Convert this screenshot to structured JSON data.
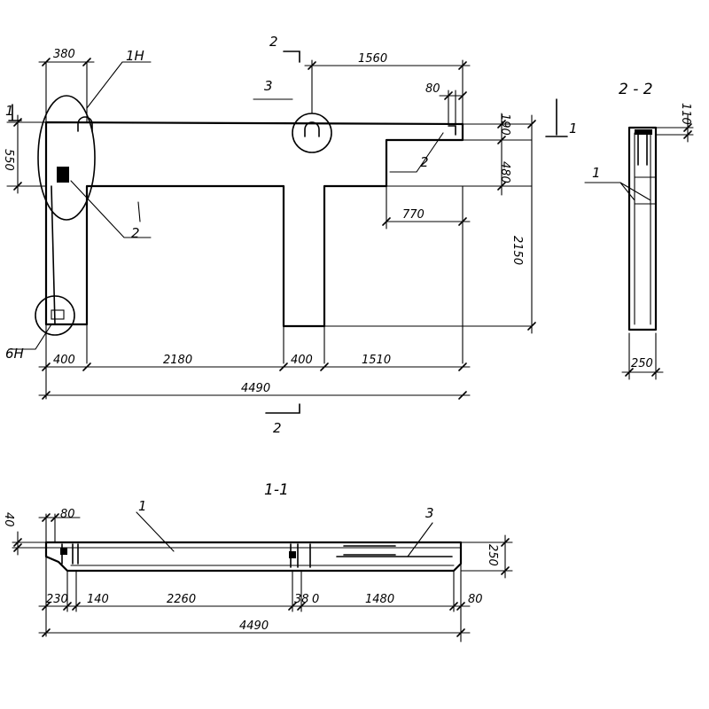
{
  "plan": {
    "dims": {
      "top_380": "380",
      "top_1560": "1560",
      "top_80": "80",
      "side_190": "190",
      "left_550": "550",
      "side_480": "480",
      "mid_770": "770",
      "right_2150": "2150",
      "b_400a": "400",
      "b_2180": "2180",
      "b_400b": "400",
      "b_1510": "1510",
      "overall_4490": "4490"
    },
    "callouts": {
      "node_1n": "1Н",
      "node_6n": "6Н",
      "mark_3": "3",
      "mark_2_left": "2",
      "mark_2_right": "2"
    },
    "section_marks": {
      "s1_left": "1",
      "s1_right": "1",
      "s2_top": "2",
      "s2_bottom": "2"
    }
  },
  "section_22": {
    "title": "2 - 2",
    "dim_110": "110",
    "dim_250": "250",
    "mark_1": "1"
  },
  "section_11": {
    "title": "1-1",
    "mark_1": "1",
    "mark_3": "3",
    "dims": {
      "d_40": "40",
      "d_80_top": "80",
      "d_250": "250",
      "d_230": "230",
      "d_140": "140",
      "d_2260": "2260",
      "d_38": "38",
      "d_0": "0",
      "d_1480": "1480",
      "d_80_bottom": "80",
      "overall_4490": "4490"
    }
  }
}
